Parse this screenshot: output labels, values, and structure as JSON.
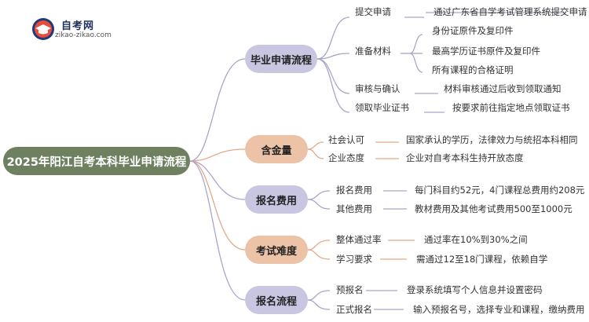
{
  "logo": {
    "title": "自考网",
    "subtitle": "zikao-zikao.com"
  },
  "root": "2025年阳江自考本科毕业申请流程",
  "branches": [
    {
      "label": "毕业申请流程",
      "items": [
        {
          "label": "提交申请",
          "details": [
            "通过广东省自学考试管理系统提交申请"
          ]
        },
        {
          "label": "准备材料",
          "details": [
            "身份证原件及复印件",
            "最高学历证书原件及复印件",
            "所有课程的合格证明"
          ]
        },
        {
          "label": "审核与确认",
          "details": [
            "材料审核通过后收到领取通知"
          ]
        },
        {
          "label": "领取毕业证书",
          "details": [
            "按要求前往指定地点领取证书"
          ]
        }
      ]
    },
    {
      "label": "含金量",
      "items": [
        {
          "label": "社会认可",
          "details": [
            "国家承认的学历，法律效力与统招本科相同"
          ]
        },
        {
          "label": "企业态度",
          "details": [
            "企业对自考本科生持开放态度"
          ]
        }
      ]
    },
    {
      "label": "报名费用",
      "items": [
        {
          "label": "报名费用",
          "details": [
            "每门科目约52元，4门课程总费用约208元"
          ]
        },
        {
          "label": "其他费用",
          "details": [
            "教材费用及其他考试费用500至1000元"
          ]
        }
      ]
    },
    {
      "label": "考试难度",
      "items": [
        {
          "label": "整体通过率",
          "details": [
            "通过率在10%到30%之间"
          ]
        },
        {
          "label": "学习要求",
          "details": [
            "需通过12至18门课程，依赖自学"
          ]
        }
      ]
    },
    {
      "label": "报名流程",
      "items": [
        {
          "label": "预报名",
          "details": [
            "登录系统填写个人信息并设置密码"
          ]
        },
        {
          "label": "正式报名",
          "details": [
            "输入预报名号，选择专业和课程，缴纳费用"
          ]
        }
      ]
    }
  ],
  "colors": {
    "root": "#6f8060",
    "purple": "#c9c6e2",
    "orange": "#edc3a8",
    "line_purple": "#a8a6c8",
    "line_orange": "#e3a98a"
  }
}
